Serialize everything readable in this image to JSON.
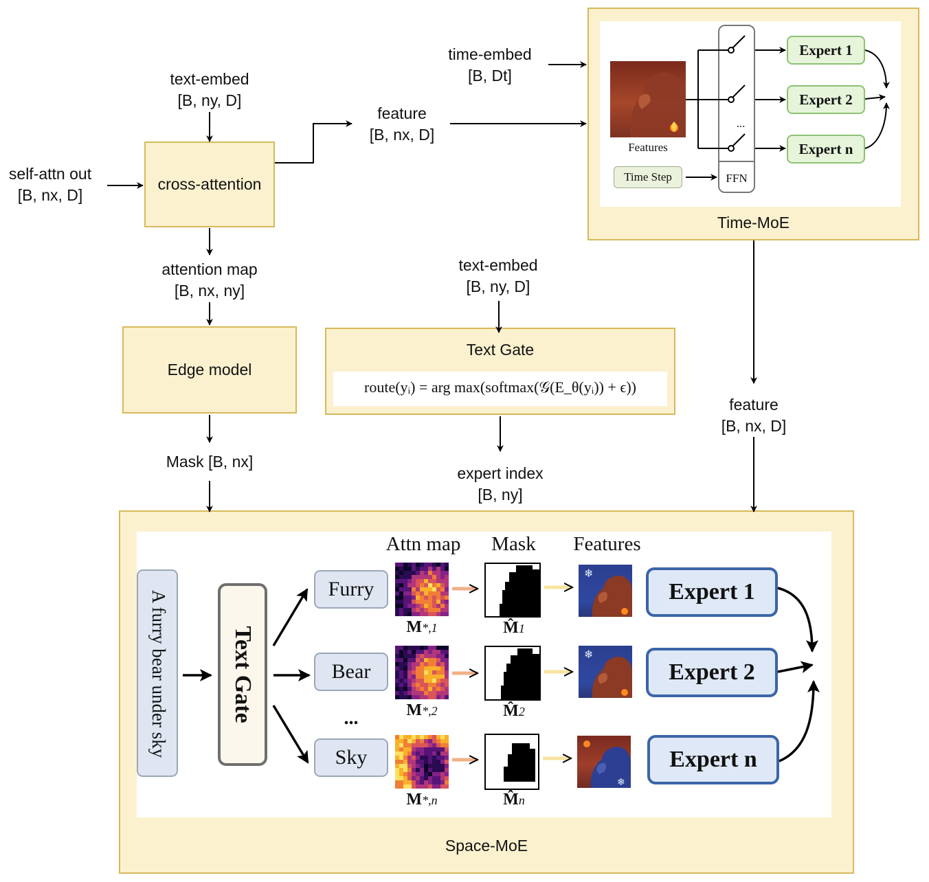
{
  "top_inputs": {
    "text_embed": [
      "text-embed",
      "[B, ny, D]"
    ],
    "self_attn": [
      "self-attn out",
      "[B, nx, D]"
    ],
    "time_embed": [
      "time-embed",
      "[B, Dt]"
    ],
    "feature": [
      "feature",
      "[B, nx, D]"
    ]
  },
  "cross_attention": "cross-attention",
  "attention_map": [
    "attention map",
    "[B, nx, ny]"
  ],
  "edge_model": "Edge model",
  "mask_label": "Mask [B, nx]",
  "text_gate": {
    "input": [
      "text-embed",
      "[B, ny, D]"
    ],
    "title": "Text Gate",
    "formula": "route(yᵢ) = arg max(softmax(𝒢(E_θ(yᵢ)) + ϵ))",
    "output": [
      "expert index",
      "[B, ny]"
    ]
  },
  "feature_out": [
    "feature",
    "[B, nx, D]"
  ],
  "time_moe": {
    "caption": "Time-MoE",
    "features_label": "Features",
    "time_step": "Time Step",
    "ffn": "FFN",
    "ellipsis": "...",
    "experts": [
      "Expert 1",
      "Expert 2",
      "Expert n"
    ]
  },
  "space_moe": {
    "caption": "Space-MoE",
    "prompt": "A furry bear under sky",
    "gate": "Text Gate",
    "words": [
      "Furry",
      "Bear",
      "Sky"
    ],
    "ellipsis": "...",
    "col_headers": [
      "Attn map",
      "Mask",
      "Features"
    ],
    "attn_subs": [
      [
        "M",
        "*,1"
      ],
      [
        "M",
        "*,2"
      ],
      [
        "M",
        "*,n"
      ]
    ],
    "mask_subs": [
      [
        "M̂",
        "1"
      ],
      [
        "M̂",
        "2"
      ],
      [
        "M̂",
        "n"
      ]
    ],
    "experts": [
      "Expert 1",
      "Expert 2",
      "Expert n"
    ]
  },
  "colors": {
    "box_fill": "#fbf1cf",
    "box_border": "#d7b85a",
    "green_expert": "#e6f4da",
    "blue_expert": "#dfe8f6",
    "blue_border": "#3b65a8"
  }
}
